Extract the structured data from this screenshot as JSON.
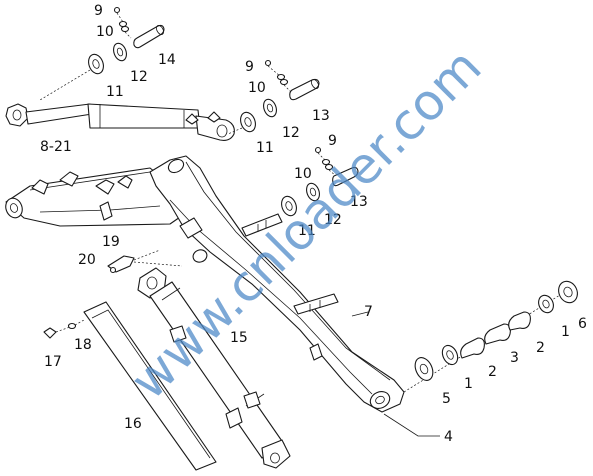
{
  "watermark": "www.cnloader.com",
  "colors": {
    "ink": "#1a1a1a",
    "watermark": "#4a86c6",
    "background": "#ffffff"
  },
  "callouts": [
    {
      "id": "c9a",
      "label": "9"
    },
    {
      "id": "c10a",
      "label": "10"
    },
    {
      "id": "c14",
      "label": "14"
    },
    {
      "id": "c12a",
      "label": "12"
    },
    {
      "id": "c11a",
      "label": "11"
    },
    {
      "id": "c9b",
      "label": "9"
    },
    {
      "id": "c10b",
      "label": "10"
    },
    {
      "id": "c13a",
      "label": "13"
    },
    {
      "id": "c12b",
      "label": "12"
    },
    {
      "id": "c11b",
      "label": "11"
    },
    {
      "id": "c821",
      "label": "8-21"
    },
    {
      "id": "c9c",
      "label": "9"
    },
    {
      "id": "c10c",
      "label": "10"
    },
    {
      "id": "c13b",
      "label": "13"
    },
    {
      "id": "c12c",
      "label": "12"
    },
    {
      "id": "c11c",
      "label": "11"
    },
    {
      "id": "c19",
      "label": "19"
    },
    {
      "id": "c20",
      "label": "20"
    },
    {
      "id": "c7",
      "label": "7"
    },
    {
      "id": "c15",
      "label": "15"
    },
    {
      "id": "c17",
      "label": "17"
    },
    {
      "id": "c18",
      "label": "18"
    },
    {
      "id": "c6",
      "label": "6"
    },
    {
      "id": "c1a",
      "label": "1"
    },
    {
      "id": "c2a",
      "label": "2"
    },
    {
      "id": "c3",
      "label": "3"
    },
    {
      "id": "c2b",
      "label": "2"
    },
    {
      "id": "c1b",
      "label": "1"
    },
    {
      "id": "c5",
      "label": "5"
    },
    {
      "id": "c16",
      "label": "16"
    },
    {
      "id": "c4",
      "label": "4"
    }
  ]
}
